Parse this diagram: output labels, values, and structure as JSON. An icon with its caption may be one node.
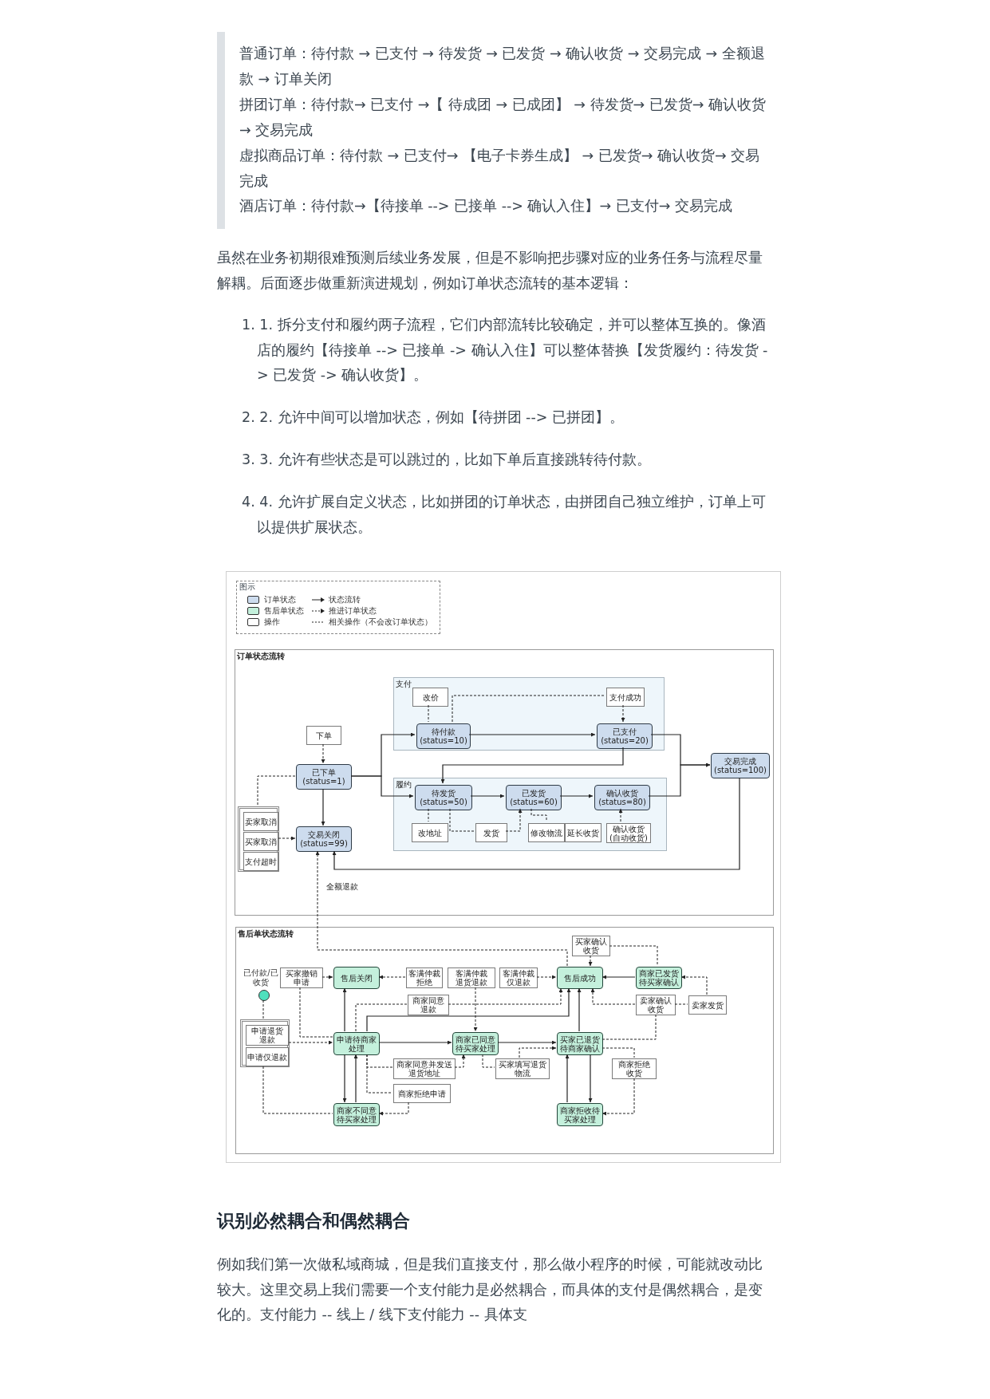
{
  "diagram": {
    "nodes": [
      {
        "text": [
          "订单状态流转"
        ]
      },
      {
        "text": [
          "支付"
        ],
        "in": 0
      },
      {
        "text": [
          "改价"
        ],
        "in": 1
      },
      {
        "text": [
          "支付成功"
        ],
        "in": 1
      },
      {
        "text": [
          "待付款 (status=10)"
        ],
        "in": 1
      },
      {
        "text": [
          "已支付 (status=20)"
        ],
        "in": 1
      },
      {
        "text": [
          "履约"
        ],
        "in": 0
      },
      {
        "text": [
          "待发货 (status=50)"
        ],
        "in": 6
      },
      {
        "text": [
          "已发货 (status=60)"
        ],
        "in": 6
      },
      {
        "text": [
          "确认收货 (status=80)"
        ],
        "in": 6
      },
      {
        "text": [
          "改地址"
        ],
        "in": 6
      },
      {
        "text": [
          "发货"
        ],
        "in": 6
      },
      {
        "text": [
          "修改物流"
        ],
        "in": 6
      },
      {
        "text": [
          "延长收货"
        ],
        "in": 6
      },
      {
        "text": [
          "确认收货(自动收货)"
        ],
        "in": 6
      },
      {
        "text": [
          "下单"
        ],
        "in": 0
      },
      {
        "text": [
          "已下单 (status=1)"
        ],
        "in": 0
      },
      {
        "text": [
          "交易关闭 (status=99)"
        ],
        "in": 0
      },
      {
        "text": [
          "交易完成 (status=100)"
        ],
        "in": 0
      },
      {
        "text": [],
        "shape": "box",
        "in": 0
      },
      {
        "text": [
          "卖家取消"
        ],
        "in": 19
      },
      {
        "text": [
          "买家取消"
        ],
        "in": 19
      },
      {
        "text": [
          "支付超时"
        ],
        "in": 19
      },
      {
        "text": [
          "售后单状态流转"
        ]
      },
      {
        "text": [],
        "shape": "circle",
        "beside": [
          "已付款/已收货"
        ],
        "in": 23
      },
      {
        "text": [],
        "shape": "box",
        "in": 23
      },
      {
        "text": [
          "申请退货退款"
        ],
        "in": 25
      },
      {
        "text": [
          "申请仅退款"
        ],
        "in": 25
      },
      {
        "text": [
          "买家撤销申请"
        ],
        "in": 23
      },
      {
        "text": [
          "售后关闭"
        ],
        "in": 23
      },
      {
        "text": [
          "客满仲裁拒绝"
        ],
        "in": 23
      },
      {
        "text": [
          "客满仲裁退货退款"
        ],
        "in": 23
      },
      {
        "text": [
          "客满仲裁仅退款"
        ],
        "in": 23
      },
      {
        "text": [
          "售后成功"
        ],
        "in": 23
      },
      {
        "text": [
          "买家确认收货"
        ],
        "in": 23
      },
      {
        "text": [
          "商家已发货待买家确认"
        ],
        "in": 23
      },
      {
        "text": [
          "商家同意退款"
        ],
        "in": 23
      },
      {
        "text": [
          "卖家确认收货"
        ],
        "in": 23
      },
      {
        "text": [
          "卖家发货"
        ],
        "in": 23
      },
      {
        "text": [
          "申请待商家处理"
        ],
        "in": 23
      },
      {
        "text": [
          "商家已同意待买家处理"
        ],
        "in": 23
      },
      {
        "text": [
          "买家已退货待商家确认"
        ],
        "in": 23
      },
      {
        "text": [
          "商家同意并发送退货地址"
        ],
        "in": 23
      },
      {
        "text": [
          "买家填写退货物流"
        ],
        "in": 23
      },
      {
        "text": [
          "商家拒绝收货"
        ],
        "in": 23
      },
      {
        "text": [
          "商家拒绝申请"
        ],
        "in": 23
      },
      {
        "text": [
          "商家不同意待买家处理"
        ],
        "in": 23
      },
      {
        "text": [
          "商家拒收待买家处理"
        ],
        "in": 23
      }
    ],
    "edges": [
      {
        "from": 15,
        "to": 16,
        "arrow": "to",
        "style": "dashed"
      },
      {
        "from": 16,
        "to": 4,
        "arrow": "to"
      },
      {
        "from": 16,
        "to": 7,
        "arrow": "to"
      },
      {
        "from": 16,
        "to": 17,
        "arrow": "to"
      },
      {
        "from": 16,
        "to": 19,
        "arrow": "none",
        "style": "dashed"
      },
      {
        "from": 19,
        "to": 17,
        "arrow": "to",
        "style": "dashed"
      },
      {
        "from": 2,
        "to": 4,
        "arrow": "none",
        "style": "dashed"
      },
      {
        "from": 4,
        "to": 3,
        "arrow": "none",
        "style": "dashed"
      },
      {
        "from": 3,
        "to": 5,
        "arrow": "to",
        "style": "dashed"
      },
      {
        "from": 4,
        "to": 5,
        "arrow": "to"
      },
      {
        "from": 5,
        "to": 18,
        "arrow": "to"
      },
      {
        "from": 9,
        "to": 18,
        "arrow": "to"
      },
      {
        "from": 5,
        "to": 7,
        "arrow": "to"
      },
      {
        "from": 7,
        "to": 8,
        "arrow": "to"
      },
      {
        "from": 8,
        "to": 9,
        "arrow": "to"
      },
      {
        "from": 7,
        "to": 10,
        "arrow": "none",
        "style": "dashed"
      },
      {
        "from": 7,
        "to": 11,
        "arrow": "none",
        "style": "dashed"
      },
      {
        "from": 11,
        "to": 8,
        "arrow": "to",
        "style": "dashed"
      },
      {
        "from": 8,
        "to": 12,
        "arrow": "none",
        "style": "dashed"
      },
      {
        "from": 14,
        "to": 9,
        "arrow": "to",
        "style": "dashed"
      },
      {
        "from": 18,
        "to": 17,
        "arrow": "to"
      },
      {
        "from": 33,
        "to": 17,
        "arrow": "to",
        "style": "dashed",
        "label": "全额退款"
      },
      {
        "from": 24,
        "to": 25,
        "arrow": "none",
        "style": "dashed"
      },
      {
        "from": 25,
        "to": 39,
        "arrow": "to",
        "style": "dashed"
      },
      {
        "from": 25,
        "to": 46,
        "arrow": "none",
        "style": "dashed"
      },
      {
        "from": 28,
        "to": 29,
        "arrow": "to",
        "style": "dashed"
      },
      {
        "from": 39,
        "to": 28,
        "arrow": "none",
        "style": "dashed"
      },
      {
        "from": 39,
        "to": 29,
        "arrow": "to"
      },
      {
        "from": 30,
        "to": 29,
        "arrow": "to",
        "style": "dashed"
      },
      {
        "from": 39,
        "to": 40,
        "arrow": "to"
      },
      {
        "from": 31,
        "to": 40,
        "arrow": "to",
        "style": "dashed"
      },
      {
        "from": 39,
        "to": 36,
        "arrow": "none",
        "style": "dashed"
      },
      {
        "from": 36,
        "to": 33,
        "arrow": "to",
        "style": "dashed"
      },
      {
        "from": 39,
        "to": 33,
        "arrow": "to"
      },
      {
        "from": 32,
        "to": 33,
        "arrow": "to",
        "style": "dashed"
      },
      {
        "from": 34,
        "to": 33,
        "arrow": "to",
        "style": "dashed"
      },
      {
        "from": 34,
        "to": 35,
        "arrow": "none",
        "style": "dashed"
      },
      {
        "from": 35,
        "to": 33,
        "arrow": "to"
      },
      {
        "from": 38,
        "to": 35,
        "arrow": "to",
        "style": "dashed"
      },
      {
        "from": 37,
        "to": 33,
        "arrow": "to",
        "style": "dashed"
      },
      {
        "from": 37,
        "to": 38,
        "arrow": "none",
        "style": "dashed"
      },
      {
        "from": 41,
        "to": 37,
        "arrow": "none",
        "style": "dashed"
      },
      {
        "from": 41,
        "to": 33,
        "arrow": "to"
      },
      {
        "from": 40,
        "to": 41,
        "arrow": "to"
      },
      {
        "from": 43,
        "to": 41,
        "arrow": "to",
        "style": "dashed"
      },
      {
        "from": 40,
        "to": 43,
        "arrow": "none",
        "style": "dashed"
      },
      {
        "from": 39,
        "to": 42,
        "arrow": "none",
        "style": "dashed"
      },
      {
        "from": 42,
        "to": 40,
        "arrow": "to",
        "style": "dashed"
      },
      {
        "from": 39,
        "to": 45,
        "arrow": "none",
        "style": "dashed"
      },
      {
        "from": 45,
        "to": 46,
        "arrow": "to",
        "style": "dashed"
      },
      {
        "from": 39,
        "to": 46,
        "arrow": "to"
      },
      {
        "from": 46,
        "to": 39,
        "arrow": "to"
      },
      {
        "from": 41,
        "to": 47,
        "arrow": "to"
      },
      {
        "from": 47,
        "to": 41,
        "arrow": "to"
      },
      {
        "from": 41,
        "to": 44,
        "arrow": "none",
        "style": "dashed"
      },
      {
        "from": 44,
        "to": 47,
        "arrow": "to",
        "style": "dashed"
      }
    ],
    "labels": [
      "普通订单：待付款 → 已支付 → 待发货 → 已发货 → 确认收货 → 交易完成 → 全额退款 → 订单关闭",
      "拼团订单：待付款→ 已支付 →【 待成团 → 已成团】 → 待发货→ 已发货→ 确认收货→ 交易完成",
      "虚拟商品订单：待付款 → 已支付→ 【电子卡券生成】 → 已发货→ 确认收货→ 交易完成",
      "酒店订单：待付款→【待接单 --> 已接单 --> 确认入住】→ 已支付→ 交易完成",
      "虽然在业务初期很难预测后续业务发展，但是不影响把步骤对应的业务任务与流程尽量解耦。后面逐步做重新演进规划，例如订单状态流转的基本逻辑：",
      "1. 1. 拆分支付和履约两子流程，它们内部流转比较确定，并可以整体互换的。像酒店的履约【待接单 --> 已接单 -> 确认入住】可以整体替换【发货履约：待发货 -> 已发货 -> 确认收货】。",
      "2. 2. 允许中间可以增加状态，例如【待拼团 --> 已拼团】。",
      "3. 3. 允许有些状态是可以跳过的，比如下单后直接跳转待付款。",
      "4. 4. 允许扩展自定义状态，比如拼团的订单状态，由拼团自己独立维护，订单上可以提供扩展状态。",
      "图示",
      "识别必然耦合和偶然耦合",
      "例如我们第一次做私域商城，但是我们直接支付，那么做小程序的时候，可能就改动比较大。这里交易上我们需要一个支付能力是必然耦合，而具体的支付是偶然耦合，是变化的。支付能力 -- 线上 / 线下支付能力 -- 具体支"
    ],
    "legend": [
      {
        "text": "订单状态",
        "color": "#cddcee"
      },
      {
        "text": "售后单状态",
        "color": "#c4f0dc"
      },
      {
        "text": "操作",
        "color": "#ffffff"
      },
      {
        "text": "状态流转"
      },
      {
        "text": "推进订单状态"
      },
      {
        "text": "相关操作（不会改订单状态）"
      }
    ]
  }
}
